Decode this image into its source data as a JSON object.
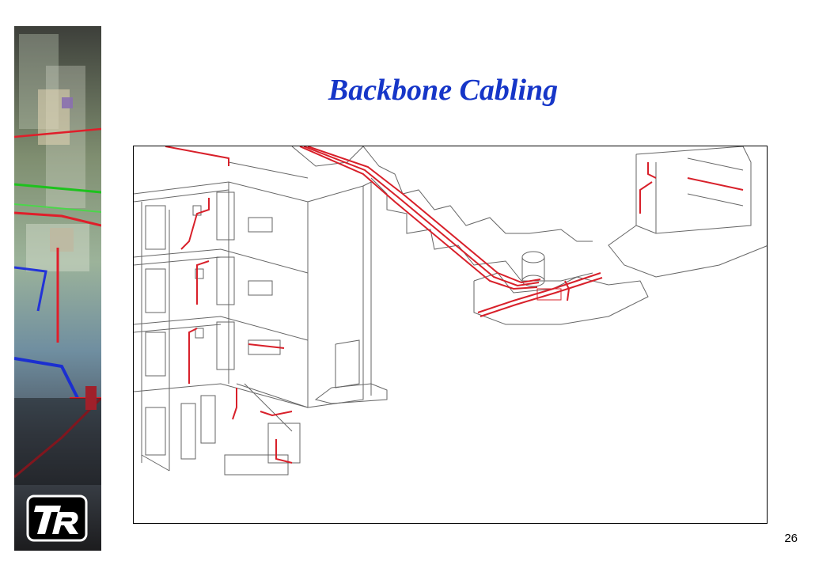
{
  "slide": {
    "title": "Backbone Cabling",
    "page_number": "26"
  },
  "colors": {
    "title": "#1636c8",
    "cable": "#d8202a",
    "line": "#555555"
  },
  "icons": {
    "logo": "tr-logo",
    "sidebar": "network-installation-photo"
  }
}
